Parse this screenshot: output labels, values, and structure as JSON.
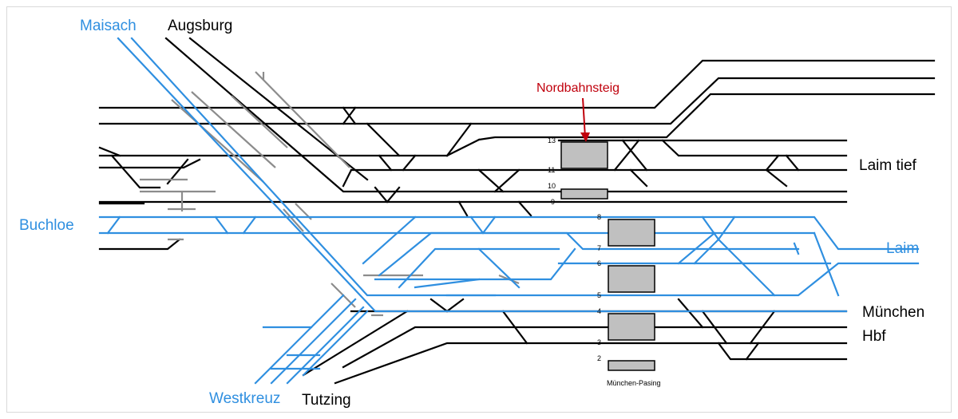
{
  "labels": {
    "maisach": "Maisach",
    "augsburg": "Augsburg",
    "nordbahnsteig": "Nordbahnsteig",
    "laim_tief": "Laim tief",
    "buchloe": "Buchloe",
    "laim": "Laim",
    "muenchen": "München",
    "hbf": "Hbf",
    "westkreuz": "Westkreuz",
    "tutzing": "Tutzing",
    "station": "München-Pasing"
  },
  "tracks": [
    "13",
    "11",
    "10",
    "9",
    "8",
    "7",
    "6",
    "5",
    "4",
    "3",
    "2"
  ],
  "colors": {
    "blue_lines": "#2f8fe0",
    "black_lines": "#000000",
    "highlight": "#c0000c",
    "platform": "#c0c0c0"
  }
}
